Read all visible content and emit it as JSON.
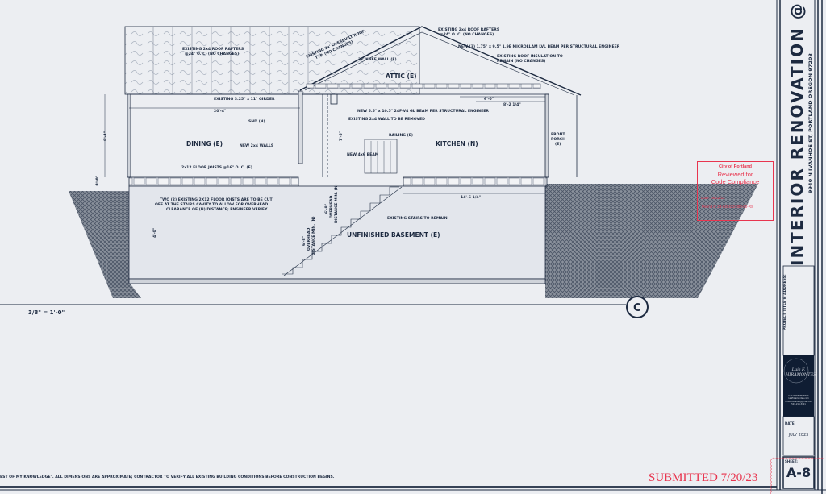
{
  "drawing": {
    "labels": {
      "rafters_left": [
        "EXISTING 2x4 ROOF RAFTERS",
        "@24\" O. C. (NO CHANGES)"
      ],
      "overbuilt": [
        "EXISTING 2x' OVERBUILT ROOF;",
        "TYP. (NO CHANGES)"
      ],
      "rafters_right": [
        "EXISTING 2x4 ROOF RAFTERS",
        "@24\" O. C. (NO CHANGES)"
      ],
      "lvl_beam": "NEW (3) 1.75\" x 9.5\" 1.9E MICROLLAM LVL BEAM PER STRUCTURAL ENGINEER",
      "roof_insulation": [
        "EXISTING ROOF INSULATION TO",
        "REMAIN (NO CHANGES)"
      ],
      "knee_wall": "2x' KNEE WALL (E)",
      "girder": "EXISTING 3.25\" x 11\" GIRDER",
      "gl_beam": "NEW 5.5\" x 10.5\" 24F-V4 GL BEAM PER STRUCTURAL ENGINEER",
      "wall_removed": "EXISTING 2x4 WALL TO BE REMOVED",
      "shd": "SHD (N)",
      "new_walls": "NEW 2x4 WALLS",
      "railing": "RAILING (E)",
      "new_beam": "NEW 4x6 BEAM",
      "floor_joists": "2x12 FLOOR JOISTS @16\" O. C. (E)",
      "joist_note": [
        "TWO (2) EXISTING 2X12 FLOOR JOISTS ARE TO BE CUT",
        "OFF AT THE STAIRS CAVITY TO ALLOW FOR OVERHEAD",
        "CLEARANCE OF (N) DISTANCE; ENGINEER VERIFY."
      ],
      "overhead_1": [
        "6'-8\"",
        "OVERHEAD",
        "DISTANCE MIN. (N)"
      ],
      "overhead_2": [
        "6'-8\"",
        "OVERHEAD",
        "DISTANCE MIN. (N)"
      ],
      "stairs": "EXISTING STAIRS TO REMAIN"
    },
    "rooms": {
      "attic": "ATTIC (E)",
      "dining": "DINING (E)",
      "kitchen": "KITCHEN (N)",
      "porch": [
        "FRONT",
        "PORCH",
        "(E)"
      ],
      "basement": "UNFINISHED BASEMENT (E)"
    },
    "dimensions": {
      "d_20_4": "20'-4\"",
      "d_6_0": "6'-0\"",
      "d_8_2": "8'-2 1/4\"",
      "d_8_4": "8'-4\"",
      "d_1_0": "1'-0\"",
      "d_7_5": "7'-5\"",
      "d_14_6": "14'-6 1/4\"",
      "d_4_0": "4'-0\""
    },
    "scale": "3/8\" = 1'-0\"",
    "section_marker": "C",
    "footer_note": "EST OF MY KNOWLEDGE\". ALL DIMENSIONS ARE APPROXIMATE; CONTRACTOR TO VERIFY ALL EXISTING BUILDING CONDITIONS BEFORE CONSTRUCTION BEGINS.",
    "submitted": "SUBMITTED 7/20/23"
  },
  "stamp": {
    "city": "City of Portland",
    "title": [
      "Reviewed for",
      "Code Compliance"
    ],
    "date": "Date: 08/22/23",
    "permit": "Permit #: 23-040423-000-00-RS",
    "color": "#e8354f"
  },
  "title_block": {
    "project_title": "INTERIOR RENOVATION @ N I",
    "address": "9940 N IVANHOE ST, PORTLAND OREGON 97203",
    "project_label": "PROJECT TITLE & ADDRESS:",
    "logo_text": "Luis F. HIRAMONTES",
    "contact": [
      "LUIS F. HIRAMONTES",
      "luisfhiramontes.com",
      "hiramontesluis@gmail.com",
      "503-213-3721"
    ],
    "date_label": "DATE:",
    "date": "JULY 2023",
    "sheet_label": "SHEET:",
    "sheet": "A-8"
  },
  "colors": {
    "line": "#1d2a40",
    "paper": "#eceef2",
    "red": "#e8354f"
  }
}
